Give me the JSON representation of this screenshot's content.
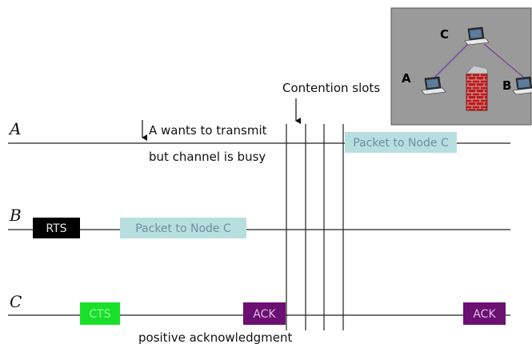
{
  "timeline": {
    "rows": [
      {
        "id": "A",
        "label": "A"
      },
      {
        "id": "B",
        "label": "B"
      },
      {
        "id": "C",
        "label": "C"
      }
    ],
    "frames": {
      "rts": {
        "label": "RTS",
        "color": "#000000",
        "text_color": "#e6e6e6"
      },
      "packet_b": {
        "label": "Packet to Node C",
        "color": "#b8dfe0",
        "text_color": "#6c8f9f"
      },
      "cts": {
        "label": "CTS",
        "color": "#18e02a",
        "text_color": "#9ff59f"
      },
      "ack_1": {
        "label": "ACK",
        "color": "#6b0f72",
        "text_color": "#d9c2dd"
      },
      "packet_a": {
        "label": "Packet to Node C",
        "color": "#b8dfe0",
        "text_color": "#6c8f9f"
      },
      "ack_2": {
        "label": "ACK",
        "color": "#6b0f72",
        "text_color": "#d9c2dd"
      }
    },
    "annotations": {
      "busy_line1": "A wants to transmit",
      "busy_line2": "but channel is busy",
      "contention": "Contention slots",
      "positive_ack": "positive acknowledgment"
    }
  },
  "topology": {
    "nodes": [
      {
        "id": "C",
        "label": "C"
      },
      {
        "id": "A",
        "label": "A"
      },
      {
        "id": "B",
        "label": "B"
      }
    ],
    "background": "#9a9a9a",
    "link_color": "#7a3f9a",
    "wall_color": "#b81c1c",
    "icons": [
      "laptop-icon",
      "laptop-icon",
      "laptop-icon",
      "brick-wall-icon"
    ]
  }
}
